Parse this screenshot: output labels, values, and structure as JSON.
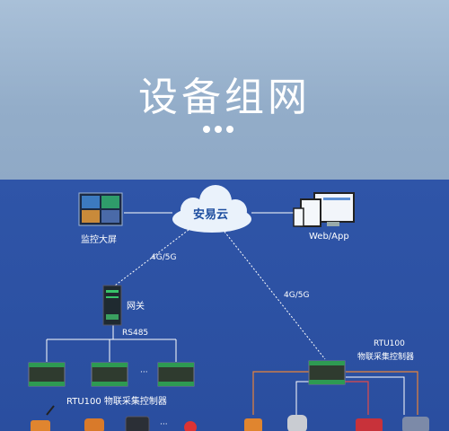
{
  "header": {
    "title": "设备组网"
  },
  "diagram": {
    "cloud_label": "安易云",
    "monitor_label": "监控大屏",
    "webapp_label": "Web/App",
    "link_left_label": "4G/5G",
    "link_right_label": "4G/5G",
    "gateway_label": "网关",
    "bus_label": "RS485",
    "rtu_group_label": "RTU100 物联采集控制器",
    "rtu_right_label_line1": "RTU100",
    "rtu_right_label_line2": "物联采集控制器",
    "ellipsis_controllers": "···",
    "ellipsis_devices": "···"
  },
  "colors": {
    "header_bg": "#9ab3cf",
    "diagram_bg": "#2c50a3",
    "cloud": "#eaf2fb",
    "cloud_text": "#1f4fa0",
    "line_white": "#ffffff",
    "line_orange": "#e8833a",
    "line_red": "#e04a4a"
  }
}
